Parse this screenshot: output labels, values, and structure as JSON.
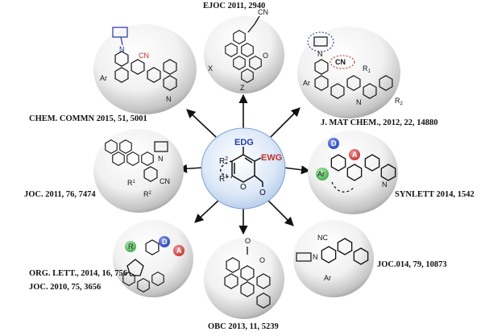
{
  "references": {
    "top": "EJOC 2011, 2940",
    "upper_left": "CHEM. COMMN 2015, 51, 5001",
    "upper_right": "J. MAT CHEM., 2012, 22, 14880",
    "mid_left": "JOC. 2011, 76, 7474",
    "mid_right": "SYNLETT 2014, 1542",
    "lower_left_1": "ORG. LETT., 2014, 16, 756",
    "lower_left_2": "JOC. 2010, 75, 3656",
    "lower_right": "JOC.014, 79, 10873",
    "bottom": "OBC 2013, 11, 5239"
  },
  "center": {
    "edg": "EDG",
    "ewg": "EWG",
    "r2": "R",
    "r2_sup": "2",
    "r1": "R",
    "r1_sup": "1",
    "o_ring": "O",
    "o_carbonyl": "O"
  },
  "structures": {
    "top": {
      "cn": "CN",
      "x": "X",
      "z": "Z",
      "o": "O"
    },
    "upper_left": {
      "cn": "CN",
      "ar": "Ar",
      "n1": "N",
      "n2": "N"
    },
    "upper_right": {
      "cn": "CN",
      "n_pip": "N",
      "n_acr": "N",
      "r1": "R",
      "r1_sub": "1",
      "r2": "R",
      "r2_sub": "2",
      "ar": "Ar"
    },
    "mid_left": {
      "n": "N",
      "cn": "CN",
      "r1": "R",
      "r1_sup": "1",
      "r2": "R",
      "r2_sup": "2"
    },
    "mid_right": {
      "d": "D",
      "a": "A",
      "ar": "Ar",
      "n": "N"
    },
    "lower_left": {
      "d": "D",
      "a": "A",
      "r": "R"
    },
    "lower_right": {
      "nc": "NC",
      "n": "N",
      "ar": "Ar"
    },
    "bottom": {
      "o1": "O",
      "o2": "O"
    }
  },
  "colors": {
    "edg": "#1f3fa8",
    "ewg": "#c0302a",
    "center_bubble": "#cfe0f5",
    "sphere_light": "#ffffff",
    "sphere_dark": "#9a9a9a",
    "d_circle": "#3858c8",
    "a_circle": "#d84a4a",
    "ar_circle": "#5cc860"
  }
}
